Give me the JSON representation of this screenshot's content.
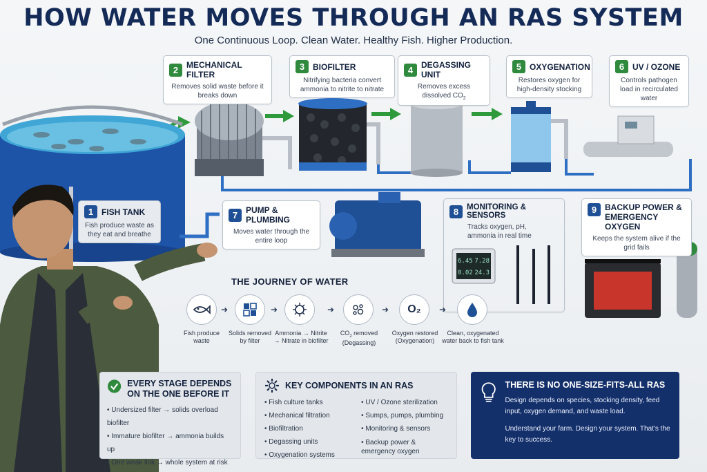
{
  "header": {
    "title": "HOW WATER MOVES THROUGH AN RAS SYSTEM",
    "subtitle": "One Continuous Loop. Clean Water. Healthy Fish. Higher Production."
  },
  "stages": [
    {
      "num": "1",
      "title": "FISH TANK",
      "desc": "Fish produce waste as they eat and breathe"
    },
    {
      "num": "2",
      "title": "MECHANICAL FILTER",
      "desc": "Removes solid waste before it breaks down"
    },
    {
      "num": "3",
      "title": "BIOFILTER",
      "desc": "Nitrifying bacteria convert ammonia to nitrite to nitrate"
    },
    {
      "num": "4",
      "title": "DEGASSING UNIT",
      "desc_a": "Removes excess",
      "desc_b": "dissolved CO",
      "desc_sub": "2"
    },
    {
      "num": "5",
      "title": "OXYGENATION",
      "desc": "Restores oxygen for high-density stocking"
    },
    {
      "num": "6",
      "title": "UV / OZONE",
      "desc": "Controls pathogen load in recirculated water"
    },
    {
      "num": "7",
      "title": "PUMP & PLUMBING",
      "desc": "Moves water through the entire loop"
    },
    {
      "num": "8",
      "title": "MONITORING & SENSORS",
      "desc": "Tracks oxygen, pH, ammonia in real time"
    },
    {
      "num": "9",
      "title": "BACKUP POWER & EMERGENCY OXYGEN",
      "desc": "Keeps the system alive if the grid fails"
    }
  ],
  "monitor": {
    "r1a": "6.45",
    "r1b": "7.28",
    "r2a": "0.02",
    "r2b": "24.3"
  },
  "journey": {
    "title": "THE JOURNEY OF WATER",
    "steps": [
      {
        "label": "Fish produce waste"
      },
      {
        "label": "Solids removed by filter"
      },
      {
        "label": "Ammonia → Nitrite → Nitrate in biofilter"
      },
      {
        "label_a": "CO",
        "label_sub": "2",
        "label_b": " removed (Degassing)"
      },
      {
        "label": "Oxygen restored (Oxygenation)",
        "icon_text": "O₂"
      },
      {
        "label": "Clean, oxygenated water back to fish tank"
      }
    ]
  },
  "panels": {
    "stage_dep": {
      "title": "EVERY STAGE DEPENDS ON THE ONE BEFORE IT",
      "items": [
        "Undersized filter → solids overload biofilter",
        "Immature biofilter → ammonia builds up",
        "One weak link → whole system at risk"
      ]
    },
    "components": {
      "title": "KEY COMPONENTS IN AN RAS",
      "col1": [
        "Fish culture tanks",
        "Mechanical filtration",
        "Biofiltration",
        "Degassing units",
        "Oxygenation systems"
      ],
      "col2": [
        "UV / Ozone sterilization",
        "Sumps, pumps, plumbing",
        "Monitoring & sensors",
        "Backup power & emergency oxygen"
      ]
    },
    "no_size": {
      "title": "THERE IS NO ONE-SIZE-FITS-ALL RAS",
      "p1": "Design depends on species, stocking density, feed input, oxygen demand, and waste load.",
      "p2": "Understand your farm. Design your system. That's the key to success."
    }
  },
  "colors": {
    "navy": "#14306b",
    "green": "#2f8a3e",
    "pipe_blue": "#2e6fc4",
    "arrow_green": "#2f9a3c"
  }
}
